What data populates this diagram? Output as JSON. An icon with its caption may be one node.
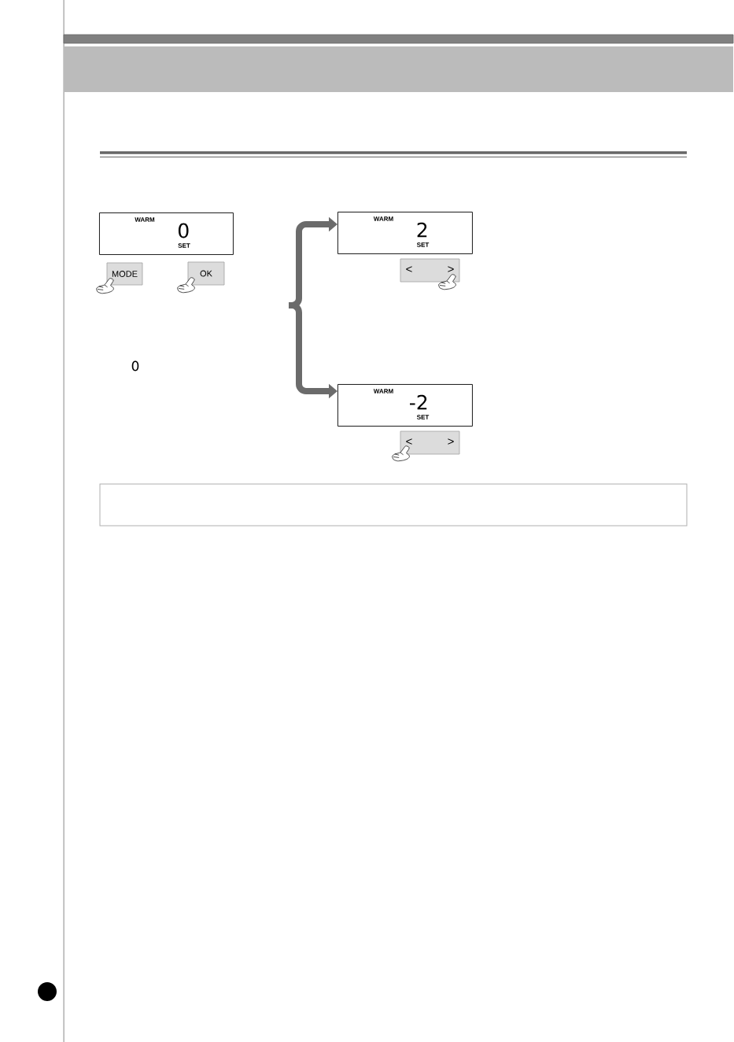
{
  "diagram": {
    "nodes": [
      {
        "text": [
          "WARM",
          "0",
          "SET"
        ]
      },
      {
        "text": [
          "MODE"
        ]
      },
      {
        "text": [
          "OK"
        ]
      },
      {
        "text": [
          "WARM",
          "2",
          "SET"
        ]
      },
      {
        "text": [
          "<",
          ">"
        ]
      },
      {
        "text": [
          "WARM",
          "-2",
          "SET"
        ]
      },
      {
        "text": [
          "<",
          ">"
        ]
      },
      {
        "text": [],
        "shape": "box"
      }
    ],
    "edges": [
      {
        "from": null,
        "to": 3,
        "arrow": "to"
      },
      {
        "from": null,
        "to": 5,
        "arrow": "to"
      }
    ],
    "labels": [
      "0"
    ]
  }
}
